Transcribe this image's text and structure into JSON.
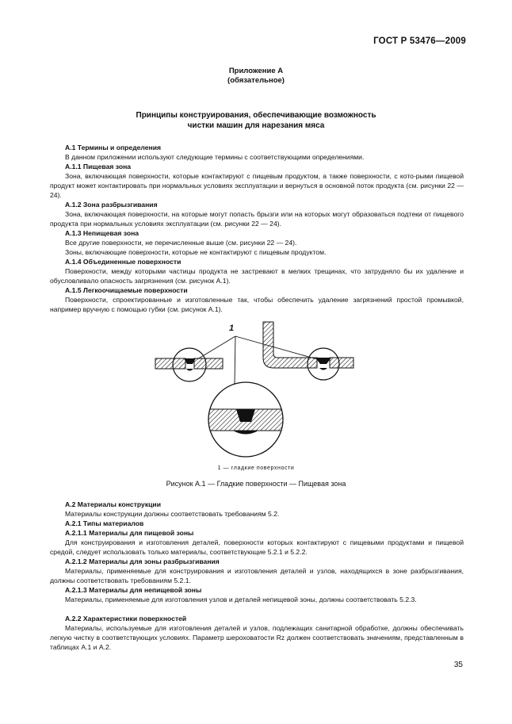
{
  "header": {
    "code": "ГОСТ Р 53476—2009"
  },
  "appendix": {
    "title": "Приложение А",
    "subtitle": "(обязательное)"
  },
  "main_title": {
    "line1": "Принципы конструирования, обеспечивающие возможность",
    "line2": "чистки машин для нарезания мяса"
  },
  "sections": {
    "a1_head": "А.1 Термины и определения",
    "a1_text": "В данном приложении используют следующие термины с соответствующими определениями.",
    "a11_head": "А.1.1 Пищевая зона",
    "a11_text": "Зона, включающая поверхности, которые контактируют с пищевым продуктом, а также поверхности, с кото-рыми пищевой продукт может контактировать при нормальных условиях эксплуатации и вернуться в основной поток продукта (см. рисунки 22 — 24).",
    "a12_head": "А.1.2 Зона разбрызгивания",
    "a12_text": "Зона, включающая поверхности, на которые могут попасть брызги или на которых могут образоваться подтеки от пищевого продукта при нормальных условиях эксплуатации (см. рисунки 22 — 24).",
    "a13_head": "А.1.3 Непищевая зона",
    "a13_text1": "Все другие поверхности, не перечисленные выше (см. рисунки 22 — 24).",
    "a13_text2": "Зоны, включающие поверхности, которые не контактируют с пищевым продуктом.",
    "a14_head": "А.1.4 Объединенные поверхности",
    "a14_text": "Поверхности, между которыми частицы продукта не застревают в мелких трещинах, что затрудняло бы их удаление и обусловливало опасность загрязнения (см. рисунок А.1).",
    "a15_head": "А.1.5 Легкоочищаемые поверхности",
    "a15_text": "Поверхности, спроектированные и изготовленные так, чтобы обеспечить удаление загрязнений простой промывкой, например вручную с помощью губки (см. рисунок А.1).",
    "a2_head": "А.2 Материалы конструкции",
    "a2_text": "Материалы конструкции должны соответствовать требованиям 5.2.",
    "a21_head": "А.2.1 Типы материалов",
    "a211_head": "А.2.1.1 Материалы для пищевой зоны",
    "a211_text": "Для конструирования и изготовления деталей, поверхности которых контактируют с пищевыми продуктами и пищевой средой, следует использовать только материалы, соответствующие 5.2.1 и 5.2.2.",
    "a212_head": "А.2.1.2 Материалы для зоны разбрызгивания",
    "a212_text": "Материалы, применяемые для конструирования и изготовления деталей и узлов, находящихся в зоне разбрызгивания, должны соответствовать требованиям 5.2.1.",
    "a213_head": "А.2.1.3 Материалы для непищевой зоны",
    "a213_text": "Материалы, применяемые для изготовления узлов и деталей непищевой зоны, должны соответствовать 5.2.3.",
    "a22_head": "А.2.2 Характеристики поверхностей",
    "a22_text": "Материалы, используемые для изготовления деталей и узлов, подлежащих санитарной обработке, должны обеспечивать легкую чистку в соответствующих условиях. Параметр шероховатости Rz должен соответствовать значениям, представленным в таблицах А.1 и А.2."
  },
  "figure": {
    "callout": "1",
    "legend": "1 — гладкие поверхности",
    "caption": "Рисунок А.1 — Гладкие поверхности — Пищевая зона"
  },
  "page_number": "35"
}
